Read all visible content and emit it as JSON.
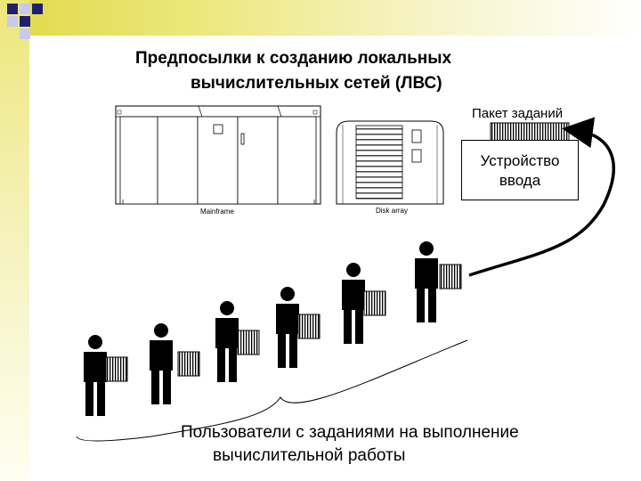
{
  "slide": {
    "title_line1": "Предпосылки к созданию локальных",
    "title_line2": "вычислительных сетей (ЛВС)"
  },
  "equipment": {
    "mainframe_label": "Mainframe",
    "disk_array_label": "Disk array"
  },
  "batch": {
    "label": "Пакет заданий"
  },
  "input_device": {
    "line1": "Устройство",
    "line2": "ввода"
  },
  "users": {
    "caption_line1": "Пользователи с заданиями на выполнение",
    "caption_line2": "вычислительной работы",
    "count": 6
  },
  "colors": {
    "accent_yellow": "#e0d94a",
    "square_navy": "#1f1f70",
    "square_light": "#c9c9ee"
  }
}
